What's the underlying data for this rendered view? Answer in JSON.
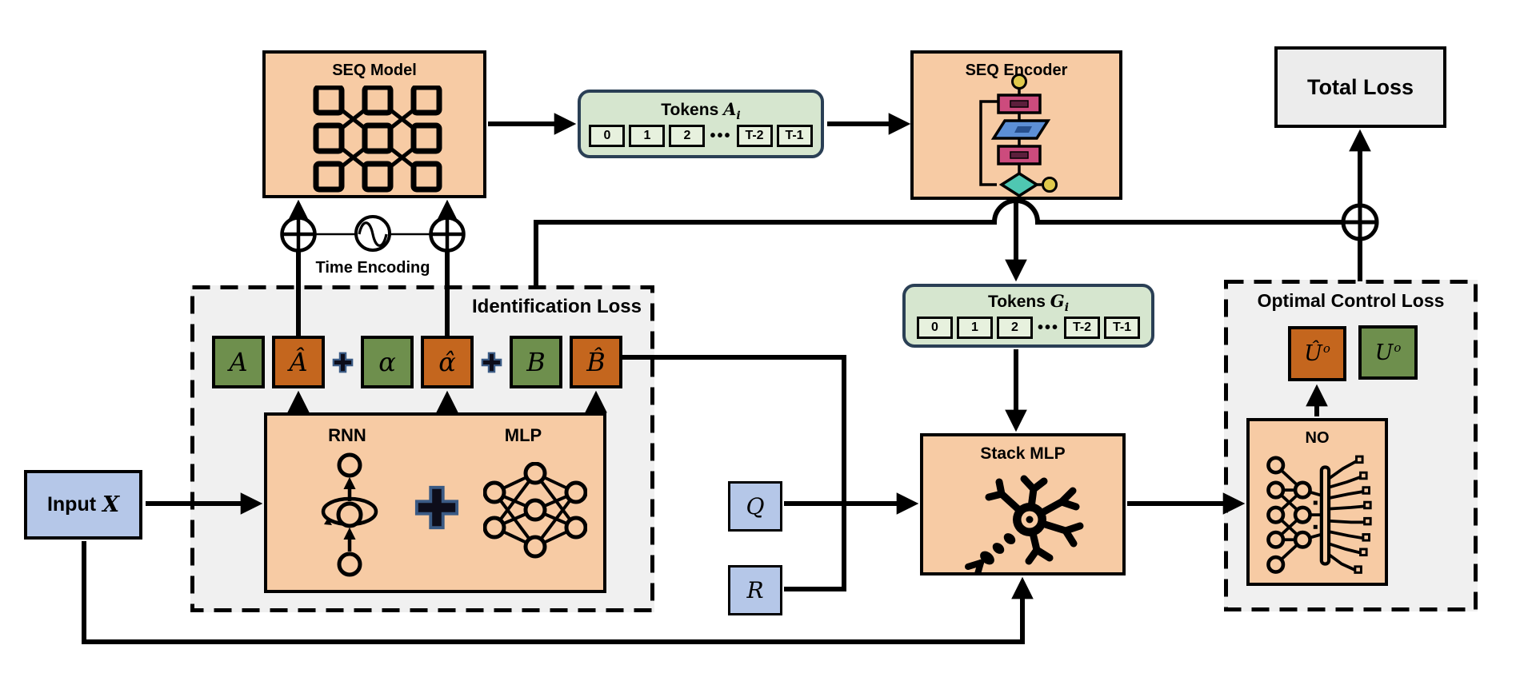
{
  "colors": {
    "peach": "#F7CBA4",
    "green": "#6E8F4D",
    "orange": "#C4661E",
    "blue": "#B5C7E8",
    "token_fill": "#D6E6CF",
    "token_border": "#2A3F55",
    "token_cell_fill": "#E7F1DE",
    "group_fill": "#F0F0F0",
    "total_loss_fill": "#ECECEC",
    "line": "#000000",
    "flowchart_pink": "#CC4B7D",
    "flowchart_blue": "#5C8FD6",
    "flowchart_teal": "#4FC7B2",
    "flowchart_yellow": "#E0C94C",
    "plus_outline_navy": "#3A5A84"
  },
  "icons": {
    "seq_model": "graph-network-icon",
    "seq_encoder": "flowchart-icon",
    "time_encoding": "sine-wave-icon",
    "adder": "circled-plus-icon",
    "plus": "plus-icon",
    "rnn": "recurrent-cell-icon",
    "mlp": "neural-net-icon",
    "stack_mlp": "neuron-icon",
    "no": "neural-operator-icon"
  },
  "seq_model": {
    "label": "SEQ Model"
  },
  "tokens_a": {
    "word": "Tokens",
    "sym": "A",
    "sub": "i",
    "cells": [
      "0",
      "1",
      "2"
    ],
    "dots": "•••",
    "tail": [
      "T-2",
      "T-1"
    ]
  },
  "seq_encoder": {
    "label": "SEQ Encoder"
  },
  "total_loss": {
    "label": "Total Loss"
  },
  "time_encoding": {
    "label": "Time Encoding"
  },
  "identification": {
    "label": "Identification Loss",
    "plus": "+",
    "squares": [
      {
        "t": "A"
      },
      {
        "t": "Â"
      },
      {
        "t": "α"
      },
      {
        "t": "α̂"
      },
      {
        "t": "B"
      },
      {
        "t": "B̂"
      }
    ]
  },
  "rnn_mlp": {
    "rnn": "RNN",
    "mlp": "MLP"
  },
  "input_x": {
    "word": "Input",
    "sym": "X"
  },
  "q": {
    "label": "Q"
  },
  "r": {
    "label": "R"
  },
  "tokens_g": {
    "word": "Tokens",
    "sym": "G",
    "sub": "i",
    "cells": [
      "0",
      "1",
      "2"
    ],
    "dots": "•••",
    "tail": [
      "T-2",
      "T-1"
    ]
  },
  "stack_mlp": {
    "label": "Stack MLP"
  },
  "optimal_control": {
    "label": "Optimal Control Loss",
    "u_hat_base": "Û",
    "u_hat_sup": "o",
    "u_base": "U",
    "u_sup": "o"
  },
  "no_box": {
    "label": "NO"
  }
}
